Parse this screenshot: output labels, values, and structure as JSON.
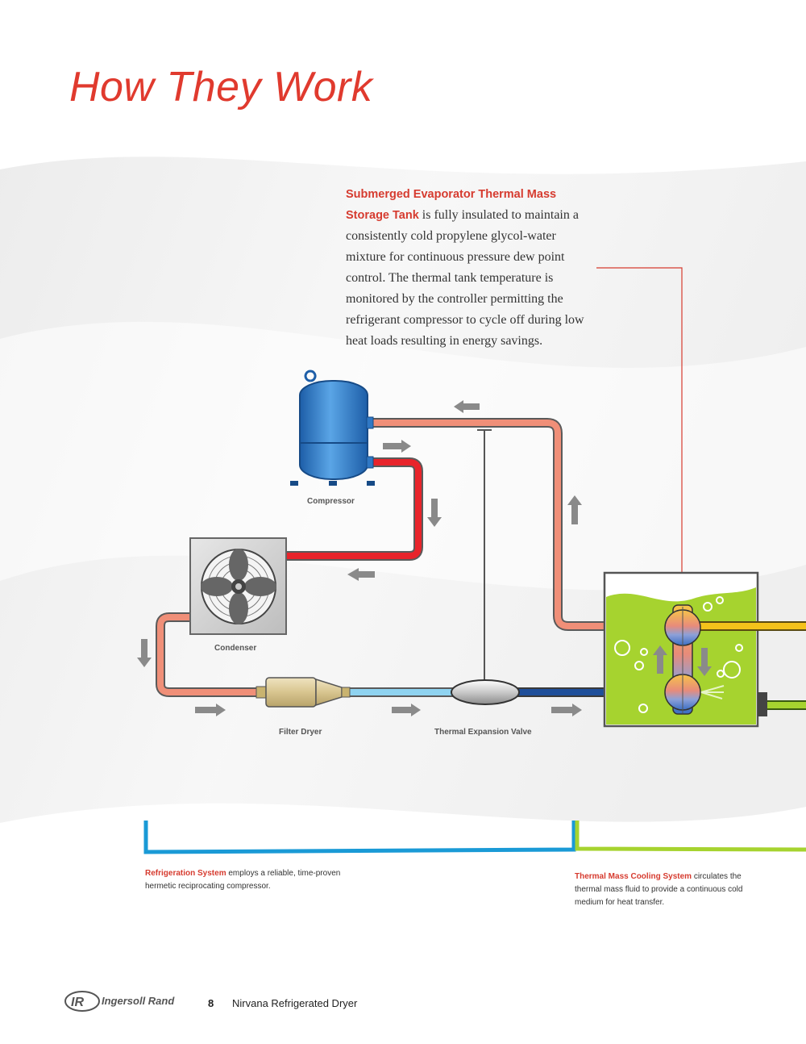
{
  "page": {
    "title": "How They Work",
    "page_number": "8",
    "doc_title": "Nirvana Refrigerated Dryer",
    "brand": "Ingersoll Rand",
    "brand_mark": "IR"
  },
  "callout": {
    "highlight": "Submerged Evaporator Thermal Mass Storage Tank",
    "text": " is fully insulated to maintain a consistently cold propylene glycol-water mixture for continuous pressure dew point control. The thermal tank temperature is monitored by the controller permitting the refrigerant compressor to cycle off during low heat loads resulting in energy savings."
  },
  "components": {
    "compressor": "Compressor",
    "condenser": "Condenser",
    "filter_dryer": "Filter Dryer",
    "expansion_valve": "Thermal Expansion Valve"
  },
  "captions": {
    "refrigeration": {
      "highlight": "Refrigeration System",
      "text": " employs a reliable, time-proven hermetic reciprocating compressor."
    },
    "thermal_mass": {
      "highlight": "Thermal Mass Cooling System",
      "text": " circulates the thermal mass fluid to provide a continuous cold medium for heat transfer."
    }
  },
  "colors": {
    "title_red": "#e03a2e",
    "hot_pipe": "#e8242b",
    "warm_pipe": "#f08f78",
    "cold_pipe": "#8fd3f0",
    "dark_blue_pipe": "#1f4f9a",
    "tank_green": "#a6d32f",
    "compressor_blue": "#2f78c4",
    "arrow_grey": "#8a8a8a",
    "bracket_blue": "#1a9ad6",
    "bracket_green": "#a6d32f"
  }
}
